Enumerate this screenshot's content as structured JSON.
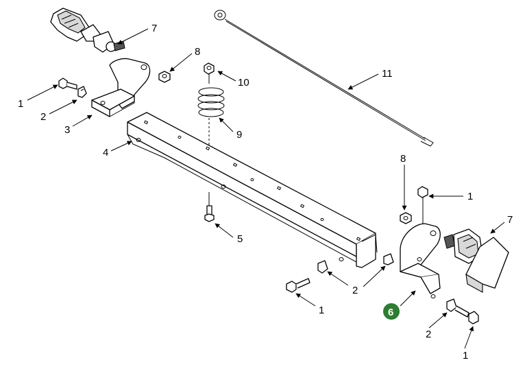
{
  "callouts": {
    "c7_top": "7",
    "c8_top": "8",
    "c10": "10",
    "c1_top": "1",
    "c2_top": "2",
    "c3": "3",
    "c9": "9",
    "c11": "11",
    "c4": "4",
    "c5": "5",
    "c8_right": "8",
    "c1_right": "1",
    "c7_right": "7",
    "c2_mid": "2",
    "c1_mid": "1",
    "c6": "6",
    "c2_bottom": "2",
    "c1_bottom": "1"
  },
  "colors": {
    "highlight_badge": "#2e7d32",
    "line": "#000000",
    "background": "#ffffff"
  }
}
